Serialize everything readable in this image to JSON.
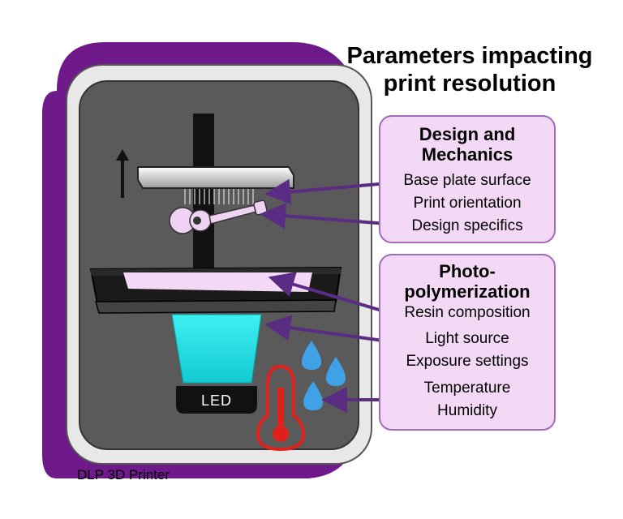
{
  "title_line1": "Parameters impacting",
  "title_line2": "print resolution",
  "printer_label": "DLP 3D Printer",
  "led_label": "LED",
  "groups": [
    {
      "heading_line1": "Design and",
      "heading_line2": "Mechanics",
      "items": [
        "Base plate surface",
        "Print orientation",
        "Design specifics"
      ]
    },
    {
      "heading_line1": "Photo-",
      "heading_line2": "polymerization",
      "items": [
        "Resin composition",
        "Light source",
        "Exposure settings",
        "Temperature",
        "Humidity"
      ]
    }
  ],
  "colors": {
    "printer_frame": "#6e1a8a",
    "printer_body": "#e8e8e8",
    "chamber": "#5a5a5a",
    "panel_fill": "#f4d9f6",
    "panel_border": "#a26bbd",
    "arrow": "#5b2c83",
    "light": "#23e5e8",
    "thermometer": "#e0201a",
    "drops": "#3fa2e6"
  }
}
